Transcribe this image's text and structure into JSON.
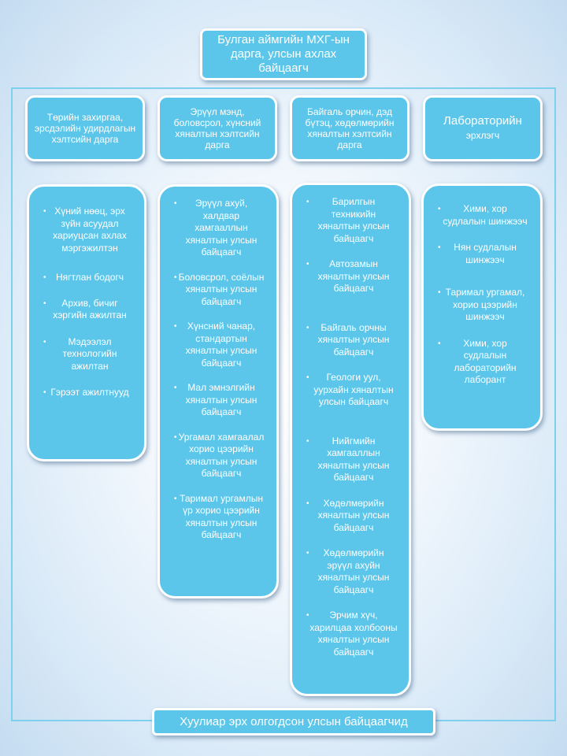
{
  "top_box": {
    "text": "Булган аймгийн МХГ-ын дарга, улсын ахлах байцаагч"
  },
  "heads": [
    {
      "text": "Төрийн захиргаа, эрсдэлийн удирдлагын хэлтсийн дарга"
    },
    {
      "text": "Эрүүл мэнд, боловсрол, хүнсний хяналтын хэлтсийн дарга"
    },
    {
      "text": "Байгаль орчин, дэд бүтэц, хөдөлмөрийн хяналтын хэлтсийн дарга"
    },
    {
      "title": "Лабораторийн",
      "subtitle": "эрхлэгч"
    }
  ],
  "columns": [
    [
      "Хүний нөөц, эрх зүйн асуудал хариуцсан ахлах мэргэжилтэн",
      "Нягтлан бодогч",
      "Архив, бичиг хэргийн ажилтан",
      "Мэдээлэл технологийн ажилтан",
      "Гэрээт ажилтнууд"
    ],
    [
      "Эрүүл ахуй, халдвар хамгааллын хяналтын улсын байцаагч",
      "Боловсрол, соёлын хяналтын улсын байцаагч",
      "Хүнсний чанар, стандартын хяналтын улсын байцаагч",
      "Мал эмнэлгийн хяналтын улсын байцаагч",
      "Ургамал хамгаалал хорио цээрийн хяналтын улсын байцаагч",
      "Таримал ургамлын үр хорио цээрийн хяналтын улсын байцаагч"
    ],
    [
      "Барилгын техникийн хяналтын улсын байцаагч",
      "Автозамын хяналтын улсын байцаагч",
      "Байгаль орчны хяналтын улсын байцаагч",
      "Геологи уул, уурхайн хяналтын улсын байцаагч",
      "Нийгмийн хамгааллын хяналтын улсын байцаагч",
      "Хөдөлмөрийн хяналтын улсын байцаагч",
      "Хөдөлмөрийн эрүүл ахуйн хяналтын улсын байцаагч",
      "Эрчим хүч, харилцаа холбооны хяналтын улсын байцаагч"
    ],
    [
      "Хими, хор судлалын шинжээч",
      "Нян судлалын шинжээч",
      "Таримал ургамал, хорио цээрийн шинжээч",
      "Хими, хор судлалын лабораторийн лаборант"
    ]
  ],
  "bottom_box": {
    "text": "Хуулиар эрх олгогдсон улсын байцаагчид"
  },
  "colors": {
    "box_fill": "#5bc6ea",
    "box_border": "#ffffff",
    "text": "#ffffff"
  }
}
